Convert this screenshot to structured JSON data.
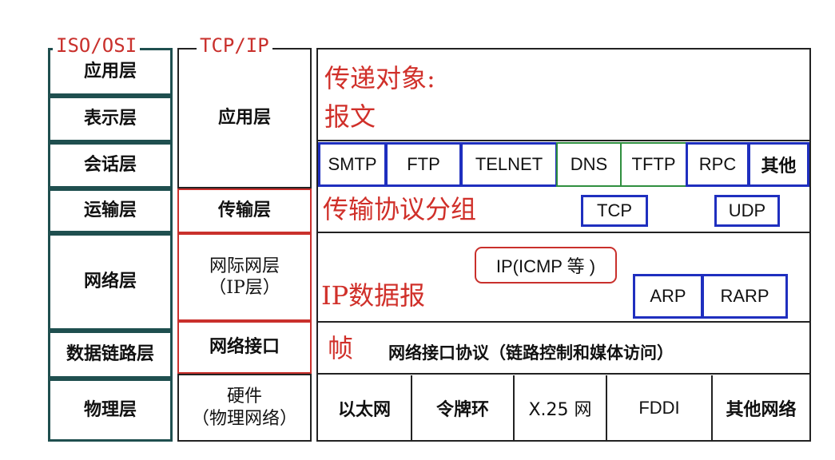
{
  "headers": {
    "iso": "ISO/OSI",
    "tcp": "TCP/IP"
  },
  "osi_layers": [
    "应用层",
    "表示层",
    "会话层",
    "运输层",
    "网络层",
    "数据链路层",
    "物理层"
  ],
  "tcp_layers": {
    "application": "应用层",
    "transport": "传输层",
    "internet": "网际网层\n（IP层）",
    "link": "网络接口",
    "hardware": "硬件\n（物理网络）"
  },
  "content": {
    "application": {
      "label": "传递对象:\n报文",
      "protocols": [
        "SMTP",
        "FTP",
        "TELNET",
        "DNS",
        "TFTP",
        "RPC",
        "其他"
      ]
    },
    "transport": {
      "label": "传输协议分组",
      "protocols": [
        "TCP",
        "UDP"
      ]
    },
    "internet": {
      "label": "IP数据报",
      "ip_box": "IP(ICMP 等 )",
      "protocols": [
        "ARP",
        "RARP"
      ]
    },
    "link": {
      "label": "帧",
      "description": "网络接口协议（链路控制和媒体访问）"
    },
    "hardware": {
      "networks": [
        "以太网",
        "令牌环",
        "X.25 网",
        "FDDI",
        "其他网络"
      ]
    }
  },
  "colors": {
    "red": "#c9302c",
    "blue": "#1f2fbf",
    "teal": "#1f4f4f",
    "green": "#2f8f3f"
  }
}
